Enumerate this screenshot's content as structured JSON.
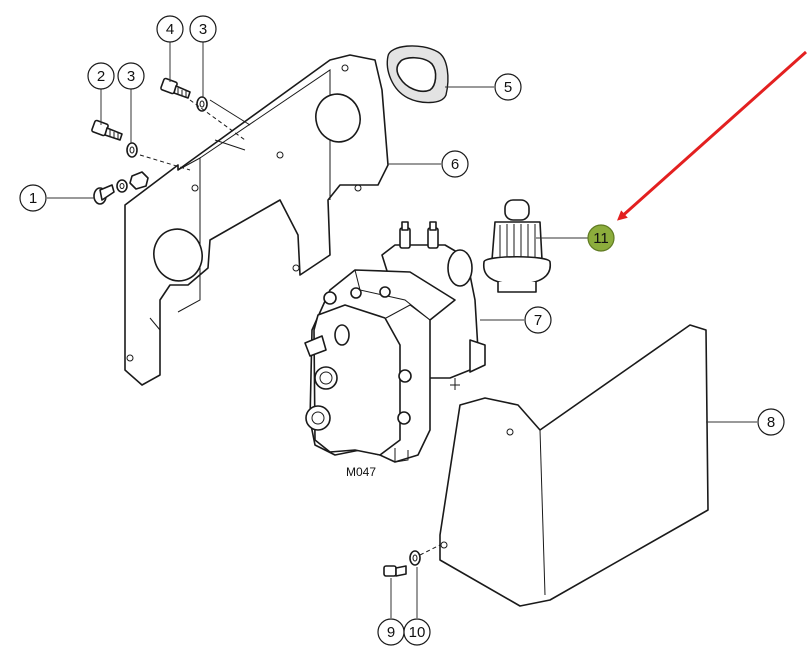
{
  "diagram": {
    "part_code": "M047",
    "callouts": [
      {
        "id": "c1",
        "label": "1"
      },
      {
        "id": "c2",
        "label": "2"
      },
      {
        "id": "c3a",
        "label": "3"
      },
      {
        "id": "c3b",
        "label": "3"
      },
      {
        "id": "c4",
        "label": "4"
      },
      {
        "id": "c5",
        "label": "5"
      },
      {
        "id": "c6",
        "label": "6"
      },
      {
        "id": "c7",
        "label": "7"
      },
      {
        "id": "c8",
        "label": "8"
      },
      {
        "id": "c9",
        "label": "9"
      },
      {
        "id": "c10",
        "label": "10"
      },
      {
        "id": "c11",
        "label": "11"
      }
    ],
    "colors": {
      "highlight_fill": "#8cad3c",
      "arrow": "#e32020",
      "line": "#1a1a1a"
    }
  }
}
